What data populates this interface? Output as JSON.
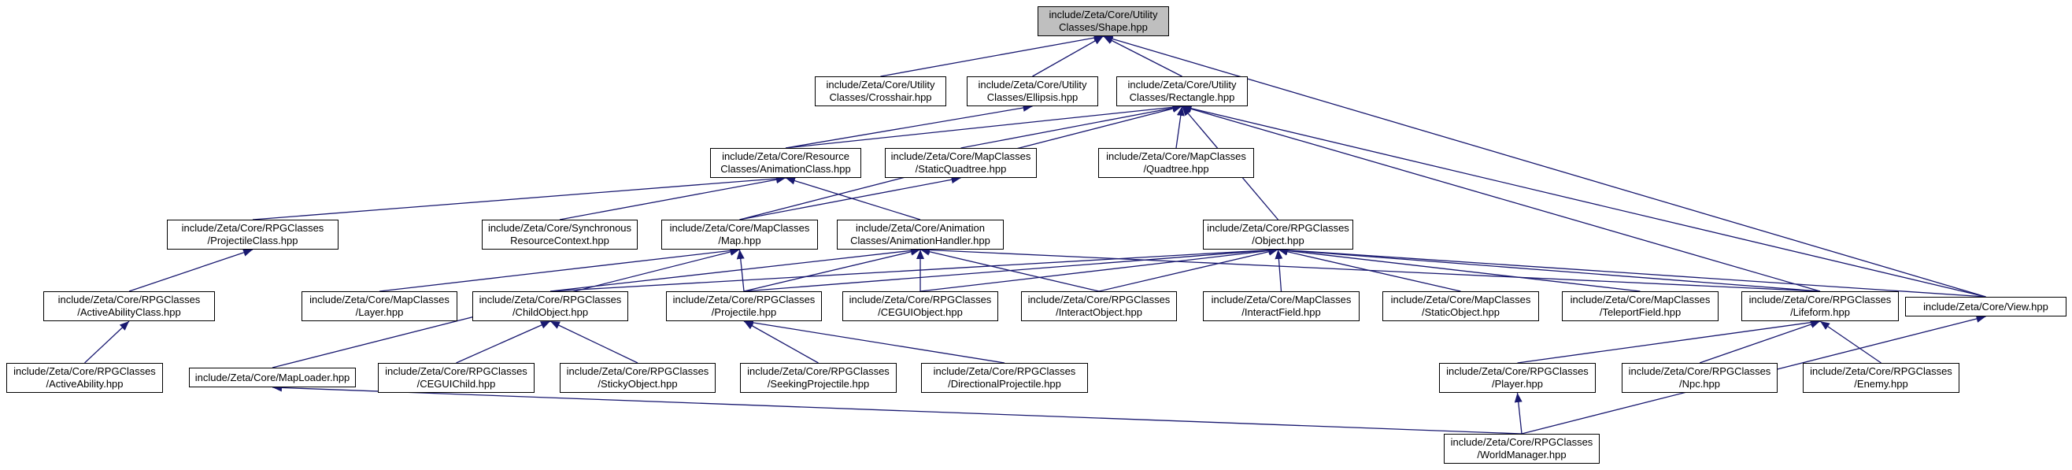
{
  "colors": {
    "edge": "#191970",
    "border": "#000000",
    "node_fill": "#ffffff",
    "focus_fill": "#bfbfbf"
  },
  "nodes": [
    {
      "id": "shape",
      "lines": [
        "include/Zeta/Core/Utility",
        "Classes/Shape.hpp"
      ],
      "focus": true
    },
    {
      "id": "crosshair",
      "lines": [
        "include/Zeta/Core/Utility",
        "Classes/Crosshair.hpp"
      ]
    },
    {
      "id": "ellipsis",
      "lines": [
        "include/Zeta/Core/Utility",
        "Classes/Ellipsis.hpp"
      ]
    },
    {
      "id": "rectangle",
      "lines": [
        "include/Zeta/Core/Utility",
        "Classes/Rectangle.hpp"
      ]
    },
    {
      "id": "animationclass",
      "lines": [
        "include/Zeta/Core/Resource",
        "Classes/AnimationClass.hpp"
      ]
    },
    {
      "id": "staticquadtree",
      "lines": [
        "include/Zeta/Core/MapClasses",
        "/StaticQuadtree.hpp"
      ]
    },
    {
      "id": "quadtree",
      "lines": [
        "include/Zeta/Core/MapClasses",
        "/Quadtree.hpp"
      ]
    },
    {
      "id": "projectileclass",
      "lines": [
        "include/Zeta/Core/RPGClasses",
        "/ProjectileClass.hpp"
      ]
    },
    {
      "id": "syncresource",
      "lines": [
        "include/Zeta/Core/Synchronous",
        "ResourceContext.hpp"
      ]
    },
    {
      "id": "map",
      "lines": [
        "include/Zeta/Core/MapClasses",
        "/Map.hpp"
      ]
    },
    {
      "id": "animationhandler",
      "lines": [
        "include/Zeta/Core/Animation",
        "Classes/AnimationHandler.hpp"
      ]
    },
    {
      "id": "object",
      "lines": [
        "include/Zeta/Core/RPGClasses",
        "/Object.hpp"
      ]
    },
    {
      "id": "activeabilityclass",
      "lines": [
        "include/Zeta/Core/RPGClasses",
        "/ActiveAbilityClass.hpp"
      ]
    },
    {
      "id": "layer",
      "lines": [
        "include/Zeta/Core/MapClasses",
        "/Layer.hpp"
      ]
    },
    {
      "id": "childobject",
      "lines": [
        "include/Zeta/Core/RPGClasses",
        "/ChildObject.hpp"
      ]
    },
    {
      "id": "projectile",
      "lines": [
        "include/Zeta/Core/RPGClasses",
        "/Projectile.hpp"
      ]
    },
    {
      "id": "ceguiobject",
      "lines": [
        "include/Zeta/Core/RPGClasses",
        "/CEGUIObject.hpp"
      ]
    },
    {
      "id": "interactobject",
      "lines": [
        "include/Zeta/Core/RPGClasses",
        "/InteractObject.hpp"
      ]
    },
    {
      "id": "interactfield",
      "lines": [
        "include/Zeta/Core/MapClasses",
        "/InteractField.hpp"
      ]
    },
    {
      "id": "staticobject",
      "lines": [
        "include/Zeta/Core/MapClasses",
        "/StaticObject.hpp"
      ]
    },
    {
      "id": "teleportfield",
      "lines": [
        "include/Zeta/Core/MapClasses",
        "/TeleportField.hpp"
      ]
    },
    {
      "id": "lifeform",
      "lines": [
        "include/Zeta/Core/RPGClasses",
        "/Lifeform.hpp"
      ]
    },
    {
      "id": "view",
      "lines": [
        "include/Zeta/Core/View.hpp"
      ]
    },
    {
      "id": "activeability",
      "lines": [
        "include/Zeta/Core/RPGClasses",
        "/ActiveAbility.hpp"
      ]
    },
    {
      "id": "maploader",
      "lines": [
        "include/Zeta/Core/MapLoader.hpp"
      ]
    },
    {
      "id": "ceguichild",
      "lines": [
        "include/Zeta/Core/RPGClasses",
        "/CEGUIChild.hpp"
      ]
    },
    {
      "id": "stickyobject",
      "lines": [
        "include/Zeta/Core/RPGClasses",
        "/StickyObject.hpp"
      ]
    },
    {
      "id": "seekingprojectile",
      "lines": [
        "include/Zeta/Core/RPGClasses",
        "/SeekingProjectile.hpp"
      ]
    },
    {
      "id": "directionalprojectile",
      "lines": [
        "include/Zeta/Core/RPGClasses",
        "/DirectionalProjectile.hpp"
      ]
    },
    {
      "id": "player",
      "lines": [
        "include/Zeta/Core/RPGClasses",
        "/Player.hpp"
      ]
    },
    {
      "id": "npc",
      "lines": [
        "include/Zeta/Core/RPGClasses",
        "/Npc.hpp"
      ]
    },
    {
      "id": "enemy",
      "lines": [
        "include/Zeta/Core/RPGClasses",
        "/Enemy.hpp"
      ]
    },
    {
      "id": "worldmanager",
      "lines": [
        "include/Zeta/Core/RPGClasses",
        "/WorldManager.hpp"
      ]
    }
  ],
  "edges": [
    [
      "crosshair",
      "shape"
    ],
    [
      "ellipsis",
      "shape"
    ],
    [
      "rectangle",
      "shape"
    ],
    [
      "view",
      "shape"
    ],
    [
      "animationclass",
      "ellipsis"
    ],
    [
      "animationclass",
      "rectangle"
    ],
    [
      "staticquadtree",
      "rectangle"
    ],
    [
      "quadtree",
      "rectangle"
    ],
    [
      "map",
      "rectangle"
    ],
    [
      "object",
      "rectangle"
    ],
    [
      "lifeform",
      "rectangle"
    ],
    [
      "view",
      "rectangle"
    ],
    [
      "projectileclass",
      "animationclass"
    ],
    [
      "syncresource",
      "animationclass"
    ],
    [
      "animationhandler",
      "animationclass"
    ],
    [
      "map",
      "staticquadtree"
    ],
    [
      "activeabilityclass",
      "projectileclass"
    ],
    [
      "activeability",
      "activeabilityclass"
    ],
    [
      "layer",
      "map"
    ],
    [
      "maploader",
      "map"
    ],
    [
      "projectile",
      "map"
    ],
    [
      "childobject",
      "animationhandler"
    ],
    [
      "projectile",
      "animationhandler"
    ],
    [
      "ceguiobject",
      "animationhandler"
    ],
    [
      "interactobject",
      "animationhandler"
    ],
    [
      "lifeform",
      "animationhandler"
    ],
    [
      "childobject",
      "object"
    ],
    [
      "projectile",
      "object"
    ],
    [
      "ceguiobject",
      "object"
    ],
    [
      "interactobject",
      "object"
    ],
    [
      "interactfield",
      "object"
    ],
    [
      "staticobject",
      "object"
    ],
    [
      "teleportfield",
      "object"
    ],
    [
      "lifeform",
      "object"
    ],
    [
      "view",
      "object"
    ],
    [
      "ceguichild",
      "childobject"
    ],
    [
      "stickyobject",
      "childobject"
    ],
    [
      "seekingprojectile",
      "projectile"
    ],
    [
      "directionalprojectile",
      "projectile"
    ],
    [
      "player",
      "lifeform"
    ],
    [
      "npc",
      "lifeform"
    ],
    [
      "enemy",
      "lifeform"
    ],
    [
      "worldmanager",
      "player"
    ],
    [
      "worldmanager",
      "maploader"
    ],
    [
      "worldmanager",
      "view"
    ]
  ]
}
